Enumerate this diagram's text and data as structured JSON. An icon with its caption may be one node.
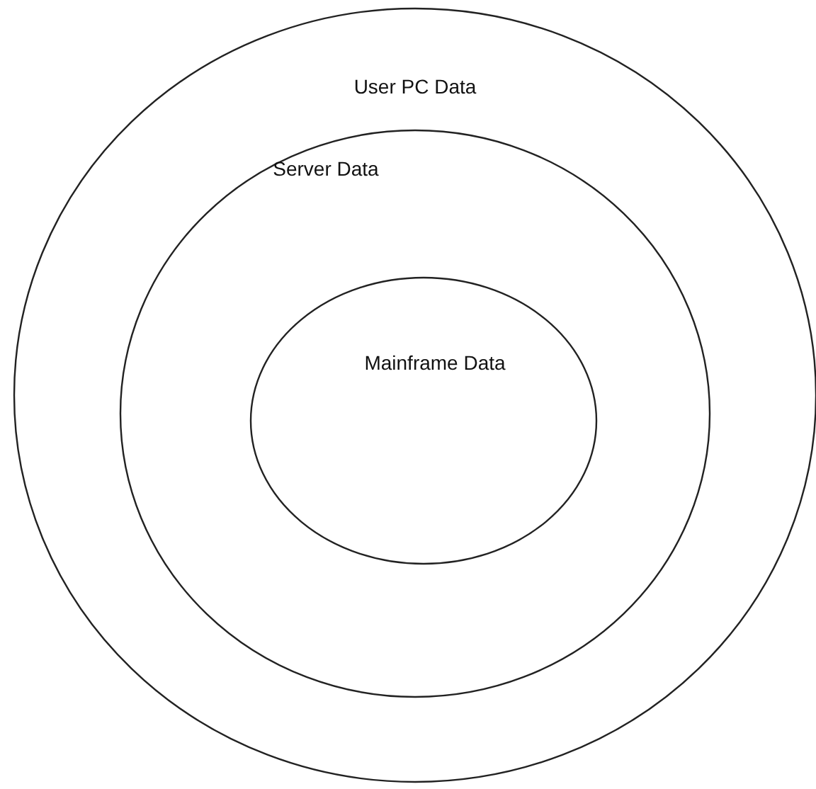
{
  "diagram": {
    "nodes": [
      {
        "text": [
          "User PC Data"
        ]
      },
      {
        "text": [
          "Server Data"
        ],
        "in": 0
      },
      {
        "text": [
          "Mainframe Data"
        ],
        "in": 1
      }
    ]
  }
}
